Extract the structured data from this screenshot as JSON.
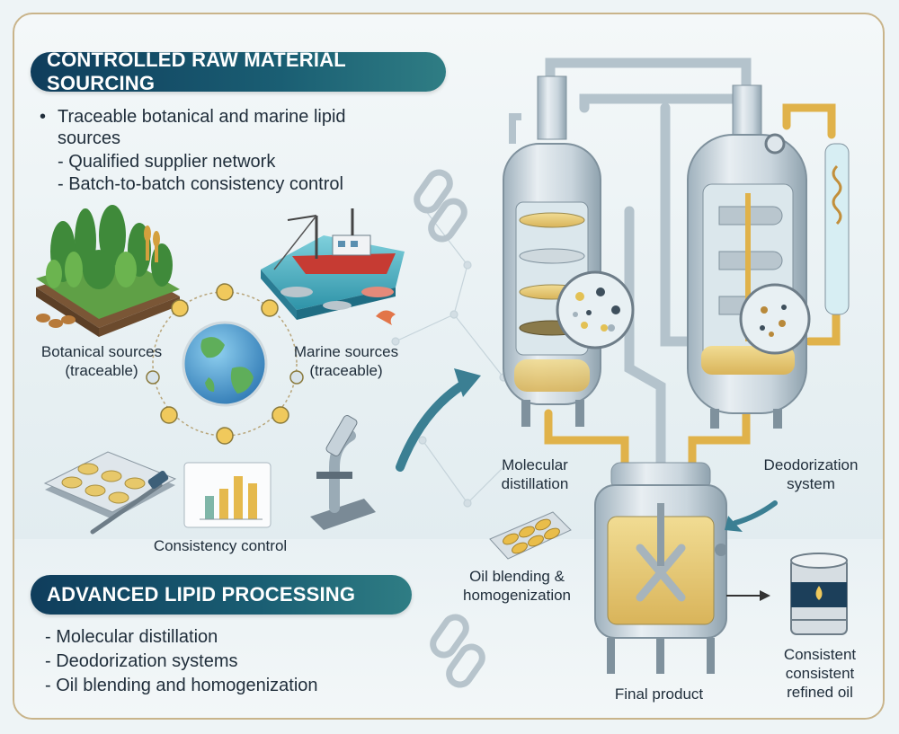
{
  "sourcing": {
    "heading": "CONTROLLED RAW MATERIAL SOURCING",
    "bullet": "Traceable botanical and marine lipid",
    "bullet_cont": "sources",
    "sub1": "- Qualified supplier network",
    "sub2": "- Batch-to-batch consistency control"
  },
  "labels": {
    "botanical_1": "Botanical sources",
    "botanical_2": "(traceable)",
    "marine_1": "Marine sources",
    "marine_2": "(traceable)",
    "consistency": "Consistency control",
    "mol_1": "Molecular",
    "mol_2": "distillation",
    "deo_1": "Deodorization",
    "deo_2": "system",
    "blend_1": "Oil blending &",
    "blend_2": "homogenization",
    "final": "Final product",
    "out_1": "Consistent",
    "out_2": "consistent",
    "out_3": "refined oil"
  },
  "processing": {
    "heading": "ADVANCED LIPID PROCESSING",
    "item1": "- Molecular distillation",
    "item2": "- Deodorization systems",
    "item3": "- Oil blending and homogenization"
  },
  "colors": {
    "accent_dark": "#0f3d5c",
    "accent_teal": "#2f7d84",
    "pipe_gold": "#e0b24a",
    "steel": "#c3d0d8",
    "oil": "#e9cf7a",
    "frame_gold": "#c9b48a"
  },
  "icons": [
    "plant-patch-icon",
    "fishing-boat-icon",
    "globe-icon",
    "microscope-icon",
    "petri-dish-icon",
    "pipette-icon",
    "bar-chart-icon",
    "chain-link-icon",
    "distillation-tank-icon",
    "deodorizer-tank-icon",
    "blending-tank-icon",
    "softgel-capsules-icon",
    "oil-drum-icon",
    "arrow-icon"
  ]
}
